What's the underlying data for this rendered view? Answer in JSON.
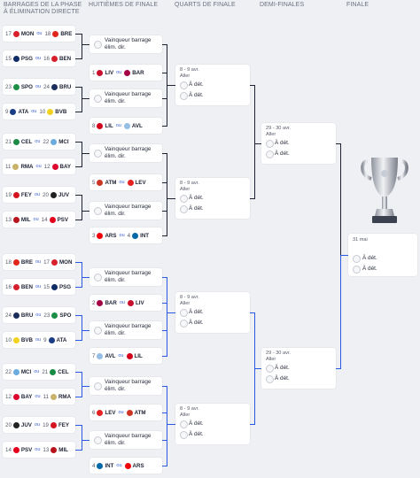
{
  "headers": {
    "barrages": "BARRAGES DE LA PHASE À ÉLIMINATION DIRECTE",
    "huitiemes": "HUITIÈMES DE FINALE",
    "quarts": "QUARTS DE FINALE",
    "demis": "DEMI-FINALES",
    "finale": "FINALE"
  },
  "ou": "ou",
  "winner_label": "Vainqueur barrage élim. dir.",
  "tbd": "À dét.",
  "qf_date": "8 - 9 avr.",
  "sf_date": "29 - 30 avr.",
  "final_date": "31 mai",
  "leg_label": "Aller",
  "playoffs": [
    {
      "a": {
        "seed": "17",
        "abbr": "MON",
        "color": "#d8202a"
      },
      "b": {
        "seed": "18",
        "abbr": "BRE",
        "color": "#e2261c"
      }
    },
    {
      "a": {
        "seed": "15",
        "abbr": "PSG",
        "color": "#0e2d66"
      },
      "b": {
        "seed": "16",
        "abbr": "BEN",
        "color": "#d51f2a"
      }
    },
    {
      "a": {
        "seed": "23",
        "abbr": "SPO",
        "color": "#1c8f46"
      },
      "b": {
        "seed": "24",
        "abbr": "BRU",
        "color": "#1b2d5b"
      }
    },
    {
      "a": {
        "seed": "9",
        "abbr": "ATA",
        "color": "#1a3d86"
      },
      "b": {
        "seed": "10",
        "abbr": "BVB",
        "color": "#f2d21d"
      }
    },
    {
      "a": {
        "seed": "21",
        "abbr": "CEL",
        "color": "#1b8a45"
      },
      "b": {
        "seed": "22",
        "abbr": "MCI",
        "color": "#6cabdd"
      }
    },
    {
      "a": {
        "seed": "11",
        "abbr": "RMA",
        "color": "#c9b26a"
      },
      "b": {
        "seed": "12",
        "abbr": "BAY",
        "color": "#dc052d"
      }
    },
    {
      "a": {
        "seed": "19",
        "abbr": "FEY",
        "color": "#d4141f"
      },
      "b": {
        "seed": "20",
        "abbr": "JUV",
        "color": "#222222"
      }
    },
    {
      "a": {
        "seed": "13",
        "abbr": "MIL",
        "color": "#b8141d"
      },
      "b": {
        "seed": "14",
        "abbr": "PSV",
        "color": "#e3001b"
      }
    },
    {
      "a": {
        "seed": "18",
        "abbr": "BRE",
        "color": "#e2261c"
      },
      "b": {
        "seed": "17",
        "abbr": "MON",
        "color": "#d8202a"
      }
    },
    {
      "a": {
        "seed": "16",
        "abbr": "BEN",
        "color": "#d51f2a"
      },
      "b": {
        "seed": "15",
        "abbr": "PSG",
        "color": "#0e2d66"
      }
    },
    {
      "a": {
        "seed": "24",
        "abbr": "BRU",
        "color": "#1b2d5b"
      },
      "b": {
        "seed": "23",
        "abbr": "SPO",
        "color": "#1c8f46"
      }
    },
    {
      "a": {
        "seed": "10",
        "abbr": "BVB",
        "color": "#f2d21d"
      },
      "b": {
        "seed": "9",
        "abbr": "ATA",
        "color": "#1a3d86"
      }
    },
    {
      "a": {
        "seed": "22",
        "abbr": "MCI",
        "color": "#6cabdd"
      },
      "b": {
        "seed": "21",
        "abbr": "CEL",
        "color": "#1b8a45"
      }
    },
    {
      "a": {
        "seed": "12",
        "abbr": "BAY",
        "color": "#dc052d"
      },
      "b": {
        "seed": "11",
        "abbr": "RMA",
        "color": "#c9b26a"
      }
    },
    {
      "a": {
        "seed": "20",
        "abbr": "JUV",
        "color": "#222222"
      },
      "b": {
        "seed": "19",
        "abbr": "FEY",
        "color": "#d4141f"
      }
    },
    {
      "a": {
        "seed": "14",
        "abbr": "PSV",
        "color": "#e3001b"
      },
      "b": {
        "seed": "13",
        "abbr": "MIL",
        "color": "#b8141d"
      }
    }
  ],
  "r16": [
    {
      "a": {
        "seed": "1",
        "abbr": "LIV",
        "color": "#c8102e"
      },
      "b": {
        "seed": "",
        "abbr": "BAR",
        "color": "#a50044"
      }
    },
    {
      "a": {
        "seed": "8",
        "abbr": "LIL",
        "color": "#d3001c"
      },
      "b": {
        "seed": "",
        "abbr": "AVL",
        "color": "#95bfe5"
      }
    },
    {
      "a": {
        "seed": "5",
        "abbr": "ATM",
        "color": "#cb3524"
      },
      "b": {
        "seed": "",
        "abbr": "LEV",
        "color": "#e32221"
      }
    },
    {
      "a": {
        "seed": "3",
        "abbr": "ARS",
        "color": "#ef0107"
      },
      "b": {
        "seed": "4",
        "abbr": "INT",
        "color": "#0068a8"
      }
    },
    {
      "a": {
        "seed": "2",
        "abbr": "BAR",
        "color": "#a50044"
      },
      "b": {
        "seed": "",
        "abbr": "LIV",
        "color": "#c8102e"
      }
    },
    {
      "a": {
        "seed": "7",
        "abbr": "AVL",
        "color": "#95bfe5"
      },
      "b": {
        "seed": "",
        "abbr": "LIL",
        "color": "#d3001c"
      }
    },
    {
      "a": {
        "seed": "6",
        "abbr": "LEV",
        "color": "#e32221"
      },
      "b": {
        "seed": "",
        "abbr": "ATM",
        "color": "#cb3524"
      }
    },
    {
      "a": {
        "seed": "4",
        "abbr": "INT",
        "color": "#0068a8"
      },
      "b": {
        "seed": "",
        "abbr": "ARS",
        "color": "#ef0107"
      }
    }
  ],
  "colors": {
    "line": "#1e2233",
    "line_active": "#2b58e0",
    "accent": "#3d63d6"
  }
}
